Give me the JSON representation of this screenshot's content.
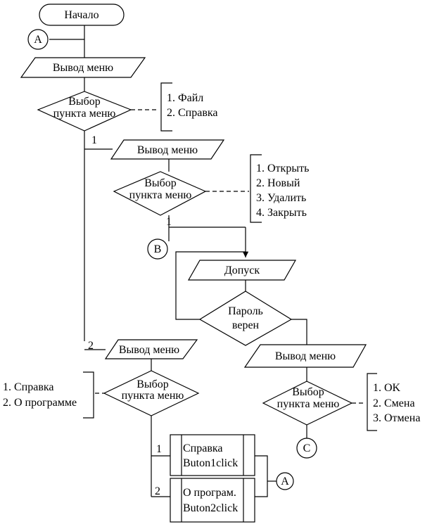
{
  "start_label": "Начало",
  "connector_a": "A",
  "connector_b": "B",
  "connector_c": "C",
  "output_menu": "Вывод меню",
  "choice_line1": "Выбор",
  "choice_line2": "пункта меню",
  "main_menu_items": [
    "1. Файл",
    "2. Справка"
  ],
  "file_menu_items": [
    "1. Открыть",
    "2. Новый",
    "3. Удалить",
    "4. Закрыть"
  ],
  "help_menu_items": [
    "1. Справка",
    "2. О программе"
  ],
  "password_menu_items": [
    "1. OK",
    "2. Смена",
    "3. Отмена"
  ],
  "branch_1": "1",
  "branch_2": "2",
  "access_label": "Допуск",
  "password_line1": "Пароль",
  "password_line2": "верен",
  "proc_help_line1": "Справка",
  "proc_help_line2": "Buton1click",
  "proc_about_line1": "О програм.",
  "proc_about_line2": "Buton2click"
}
